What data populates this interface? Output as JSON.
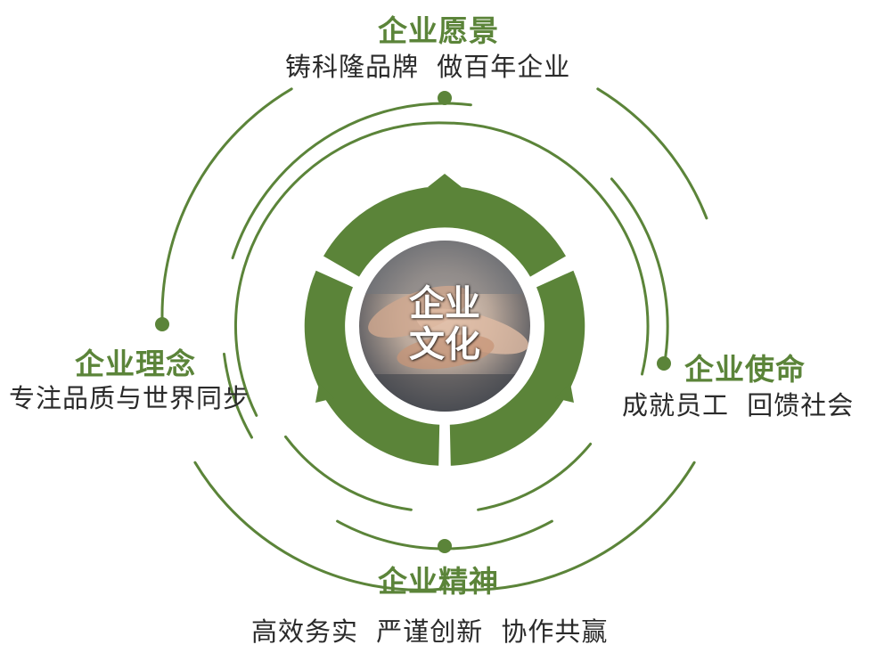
{
  "center": {
    "line1": "企业",
    "line2": "文化"
  },
  "vision": {
    "title": "企业愿景",
    "desc": "铸科隆品牌  做百年企业"
  },
  "mission": {
    "title": "企业使命",
    "desc": "成就员工  回馈社会"
  },
  "philosophy": {
    "title": "企业理念",
    "desc": "专注品质与世界同步"
  },
  "spirit": {
    "title": "企业精神",
    "desc": "高效务实  严谨创新  协作共赢"
  },
  "colors": {
    "primary": "#5b8439",
    "text": "#2a2a2a"
  }
}
